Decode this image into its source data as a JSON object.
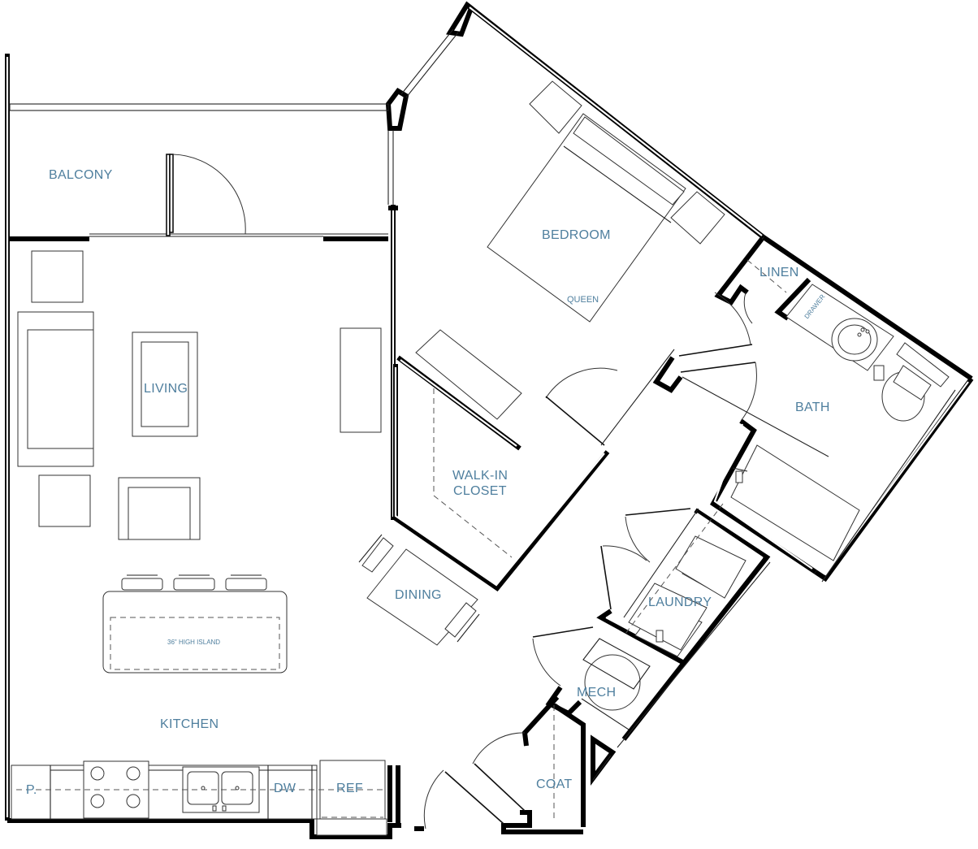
{
  "rooms": {
    "balcony": "BALCONY",
    "bedroom": "BEDROOM",
    "queen": "QUEEN",
    "linen": "LINEN",
    "drawer": "DRAWER",
    "living": "LIVING",
    "bath": "BATH",
    "walkin_line1": "WALK-IN",
    "walkin_line2": "CLOSET",
    "dining": "DINING",
    "laundry": "LAUNDRY",
    "island": "36\" HIGH ISLAND",
    "mech": "MECH",
    "kitchen": "KITCHEN",
    "coat": "COAT",
    "pantry": "P.",
    "dw": "DW",
    "ref": "REF"
  }
}
